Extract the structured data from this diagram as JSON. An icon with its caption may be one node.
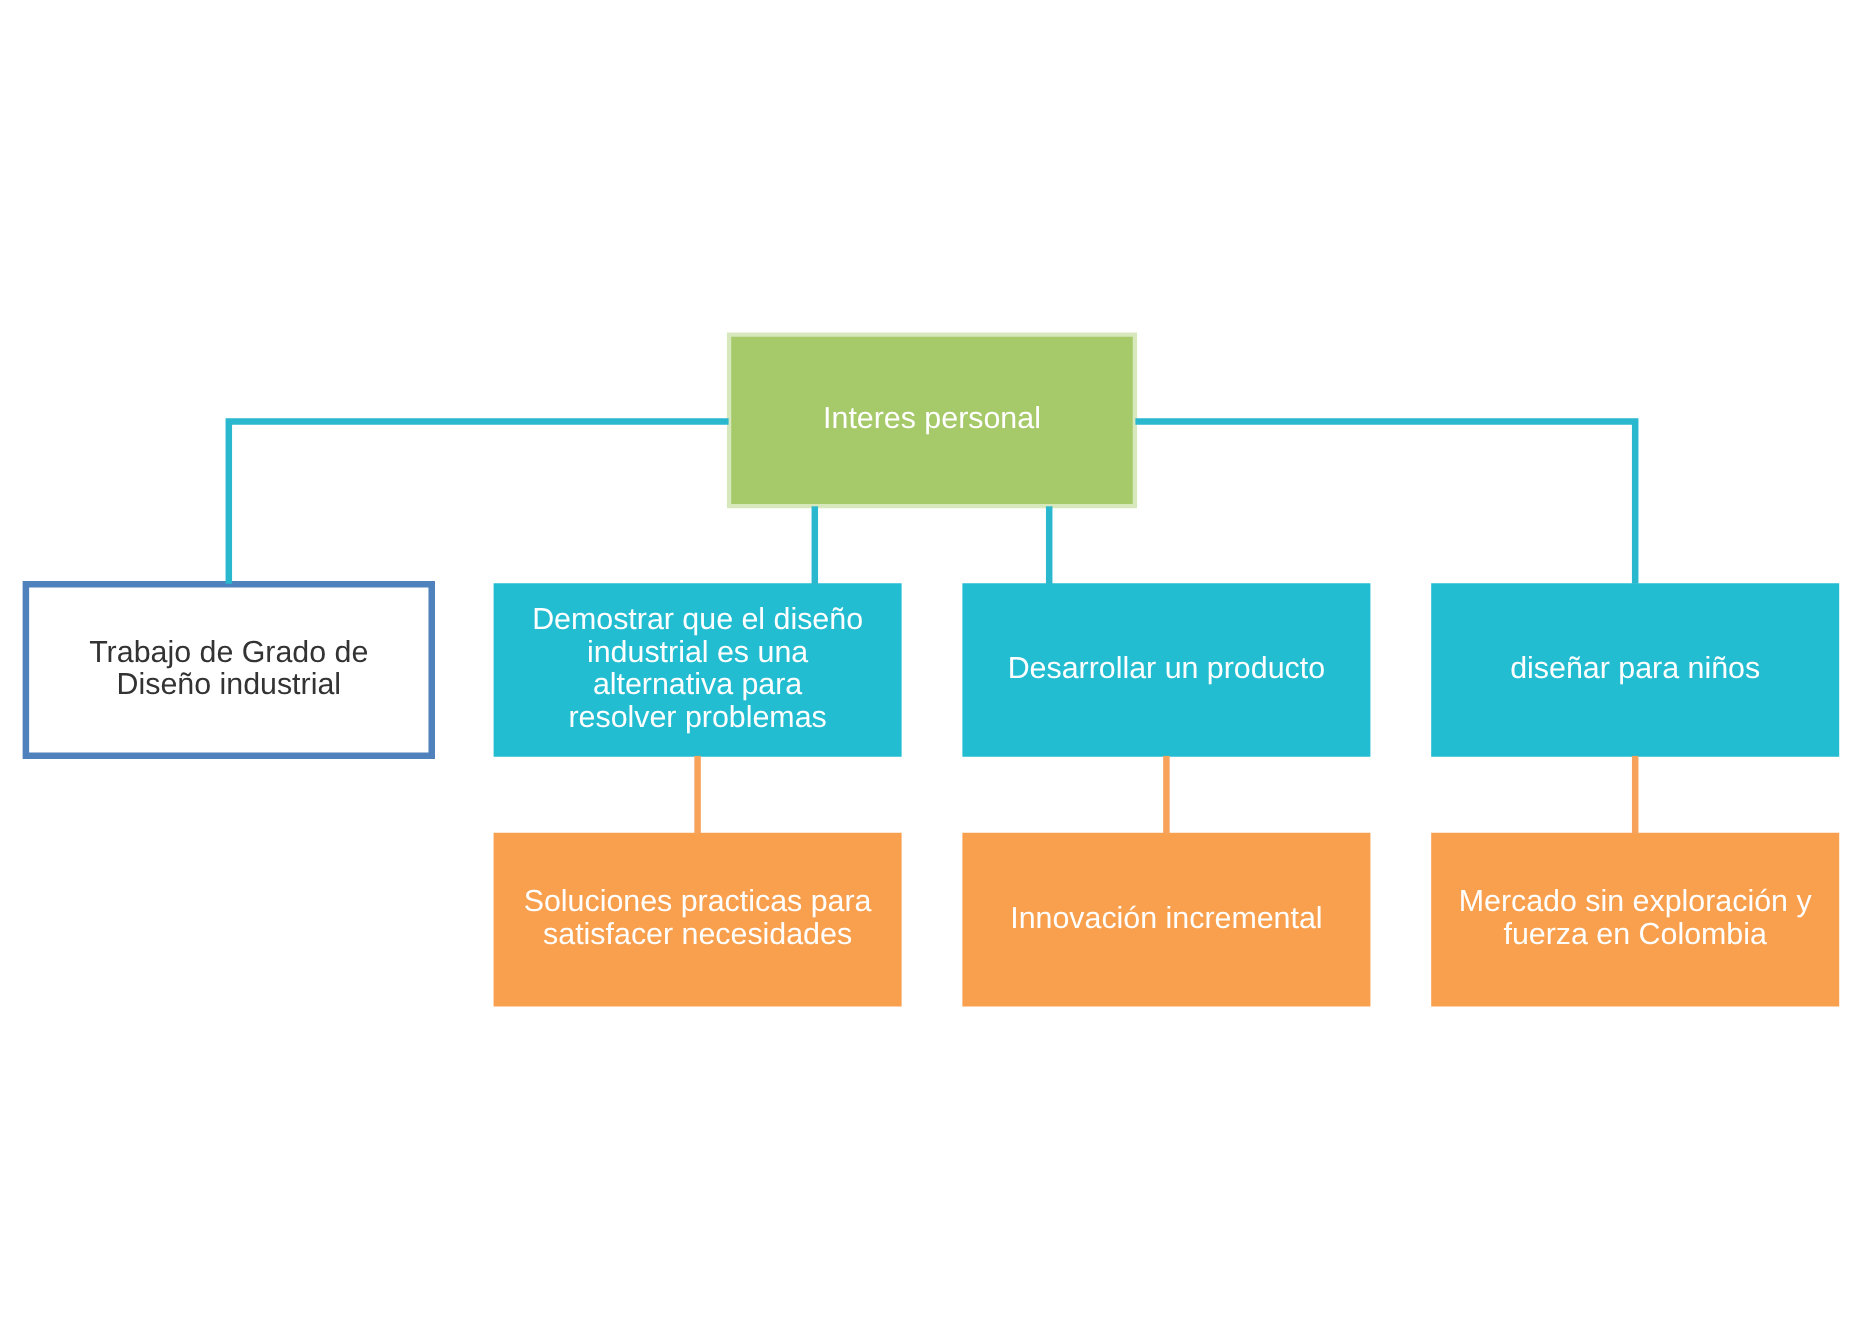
{
  "diagram": {
    "nodes": [
      {
        "text": [
          "Interes personal"
        ]
      },
      {
        "text": [
          "Trabajo de Grado de Diseño industrial"
        ]
      },
      {
        "text": [
          "Demostrar que el diseño industrial es una alternativa para resolver problemas"
        ]
      },
      {
        "text": [
          "Desarrollar un producto"
        ]
      },
      {
        "text": [
          "diseñar para niños"
        ]
      },
      {
        "text": [
          "Soluciones practicas para satisfacer necesidades"
        ]
      },
      {
        "text": [
          "Innovación incremental"
        ]
      },
      {
        "text": [
          "Mercado sin exploración y fuerza en Colombia"
        ]
      }
    ],
    "edges": [
      {
        "from": 0,
        "to": 1,
        "arrow": "none"
      },
      {
        "from": 0,
        "to": 2,
        "arrow": "none"
      },
      {
        "from": 0,
        "to": 3,
        "arrow": "none"
      },
      {
        "from": 0,
        "to": 4,
        "arrow": "none"
      },
      {
        "from": 2,
        "to": 5,
        "arrow": "none",
        "color": "#f7a35c"
      },
      {
        "from": 3,
        "to": 6,
        "arrow": "none",
        "color": "#f7a35c"
      },
      {
        "from": 4,
        "to": 7,
        "arrow": "none",
        "color": "#f7a35c"
      }
    ]
  }
}
